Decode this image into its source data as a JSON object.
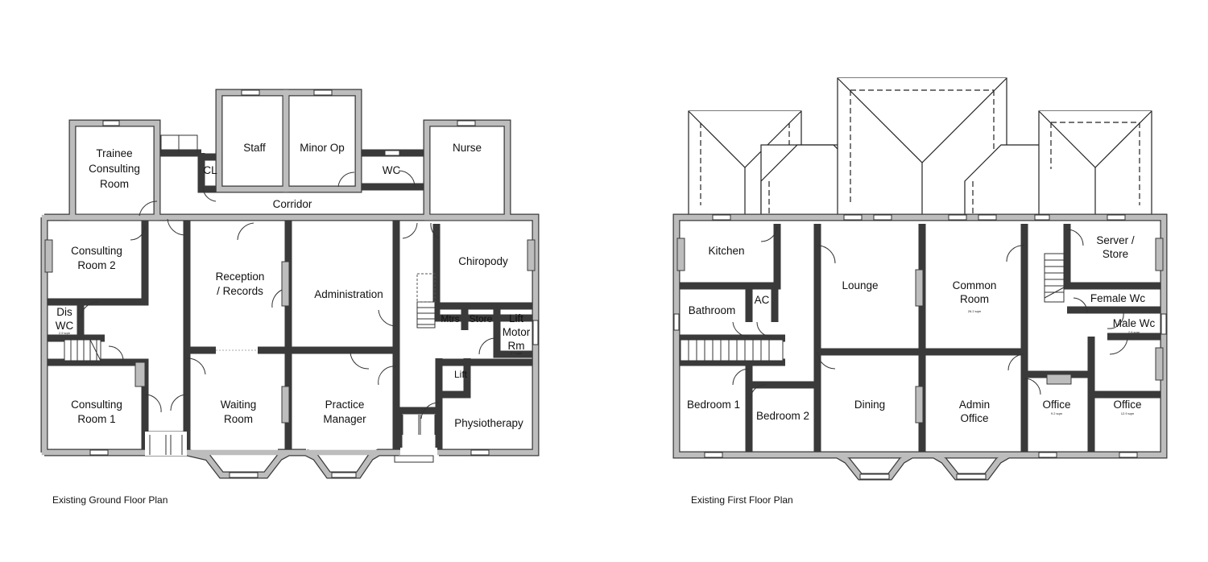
{
  "ground_floor": {
    "caption": "Existing Ground Floor Plan",
    "rooms": {
      "trainee": [
        "Trainee",
        "Consulting",
        "Room"
      ],
      "cl": [
        "CL"
      ],
      "staff": [
        "Staff"
      ],
      "minor_op": [
        "Minor Op"
      ],
      "wc": [
        "WC"
      ],
      "nurse": [
        "Nurse"
      ],
      "corridor": [
        "Corridor"
      ],
      "consulting2": [
        "Consulting",
        "Room 2"
      ],
      "dis_wc": [
        "Dis",
        "WC"
      ],
      "consulting1": [
        "Consulting",
        "Room 1"
      ],
      "reception": [
        "Reception",
        "/ Records"
      ],
      "administration": [
        "Administration"
      ],
      "waiting": [
        "Waiting",
        "Room"
      ],
      "practice_manager": [
        "Practice",
        "Manager"
      ],
      "chiropody": [
        "Chiropody"
      ],
      "mtrs": [
        "Mtrs"
      ],
      "store": [
        "Store"
      ],
      "lift_motor": [
        "Lift",
        "Motor",
        "Rm"
      ],
      "lift": [
        "Lift"
      ],
      "physiotherapy": [
        "Physiotherapy"
      ]
    },
    "areas": {
      "dis_wc": "2.9 sqm",
      "lift_motor": "2.7 sqm"
    }
  },
  "first_floor": {
    "caption": "Existing First Floor Plan",
    "rooms": {
      "kitchen": [
        "Kitchen"
      ],
      "bathroom": [
        "Bathroom"
      ],
      "ac": [
        "AC"
      ],
      "bedroom1": [
        "Bedroom 1"
      ],
      "bedroom2": [
        "Bedroom 2"
      ],
      "lounge": [
        "Lounge"
      ],
      "common_room": [
        "Common",
        "Room"
      ],
      "dining": [
        "Dining"
      ],
      "admin_office": [
        "Admin",
        "Office"
      ],
      "server_store": [
        "Server /",
        "Store"
      ],
      "female_wc": [
        "Female Wc"
      ],
      "male_wc": [
        "Male Wc"
      ],
      "office1": [
        "Office"
      ],
      "office2": [
        "Office"
      ]
    },
    "areas": {
      "common_room": "26.2 sqm",
      "male_wc": "2.6 sqm",
      "office1": "9.2 sqm",
      "office2": "12.9 sqm"
    }
  }
}
